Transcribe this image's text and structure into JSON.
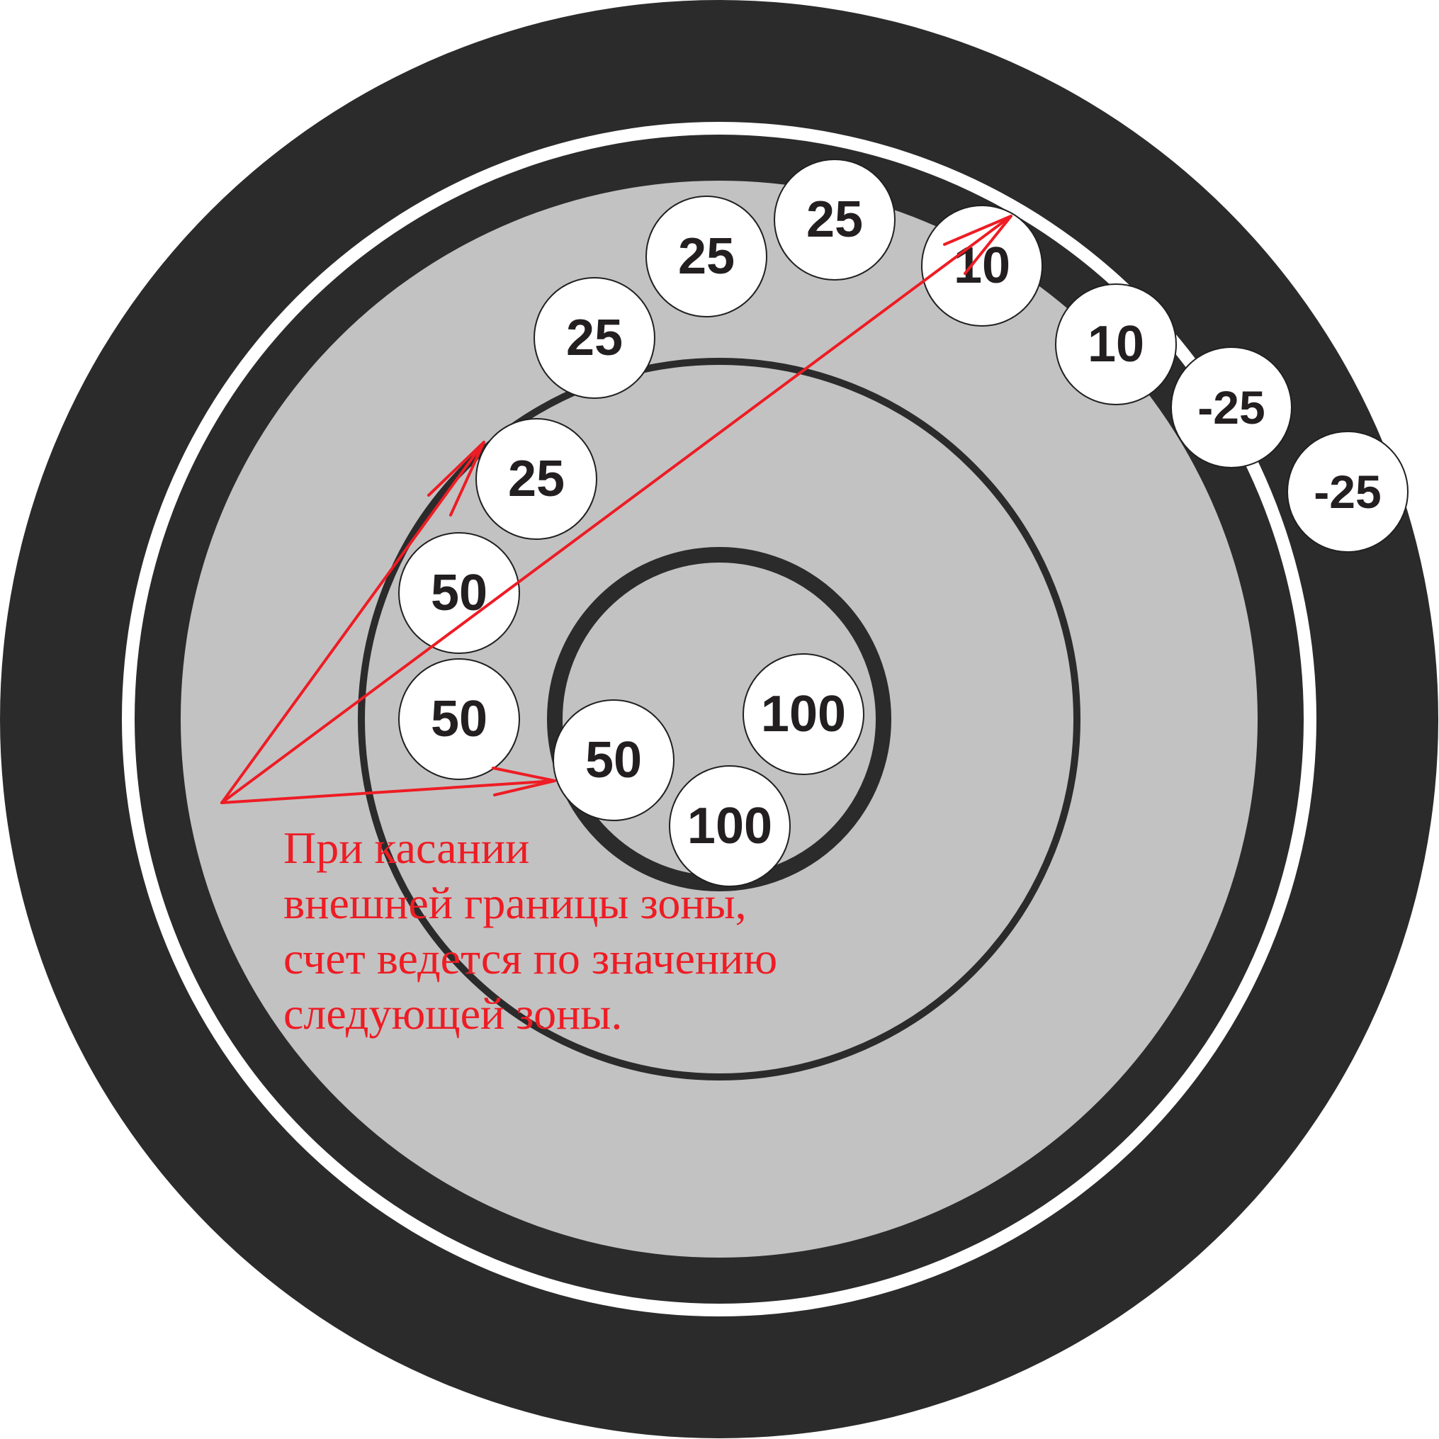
{
  "colors": {
    "outer_ring": "#2b2b2b",
    "white_gap": "#ffffff",
    "grey_zone": "#c2c2c2",
    "zone_line": "#2b2b2b",
    "marker_fill": "#ffffff",
    "marker_stroke": "#231f20",
    "marker_text": "#231f20",
    "annotation": "#ee1c24"
  },
  "markers": [
    {
      "label": "25"
    },
    {
      "label": "25"
    },
    {
      "label": "25"
    },
    {
      "label": "25"
    },
    {
      "label": "10"
    },
    {
      "label": "10"
    },
    {
      "label": "-25"
    },
    {
      "label": "-25"
    },
    {
      "label": "50"
    },
    {
      "label": "50"
    },
    {
      "label": "50"
    },
    {
      "label": "100"
    },
    {
      "label": "100"
    }
  ],
  "note": {
    "lines": [
      "При касании",
      "внешней границы зоны,",
      "счет ведется по значению",
      "следующей зоны."
    ]
  }
}
